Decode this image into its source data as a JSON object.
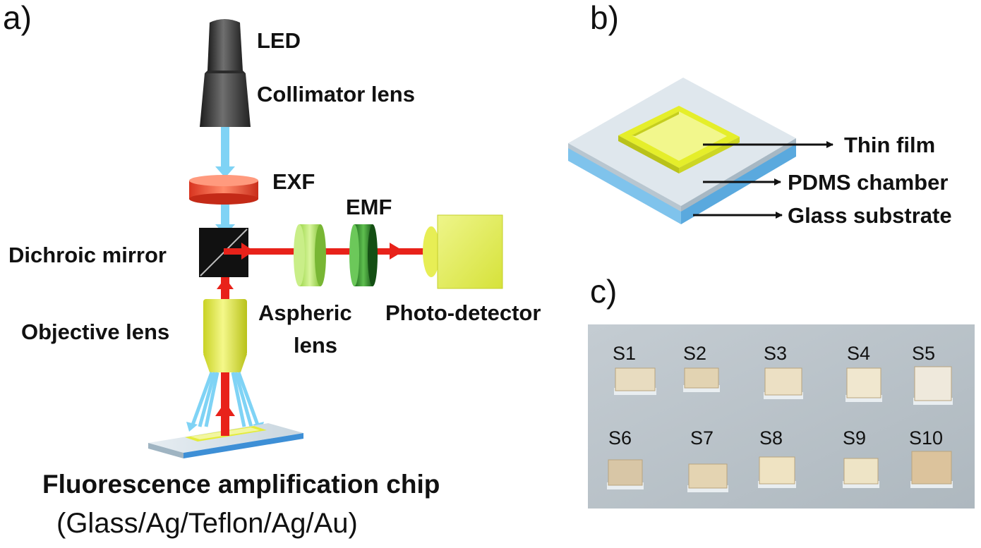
{
  "panels": {
    "a": "a)",
    "b": "b)",
    "c": "c)"
  },
  "panel_a": {
    "led": "LED",
    "collimator": "Collimator lens",
    "exf": "EXF",
    "emf": "EMF",
    "dichroic": "Dichroic mirror",
    "objective": "Objective lens",
    "aspheric_1": "Aspheric",
    "aspheric_2": "lens",
    "photodetector": "Photo-detector",
    "caption_1": "Fluorescence amplification chip",
    "caption_2": "(Glass/Ag/Teflon/Ag/Au)"
  },
  "panel_b": {
    "thin_film": "Thin film",
    "pdms": "PDMS chamber",
    "glass": "Glass substrate"
  },
  "panel_c": {
    "samples": [
      "S1",
      "S2",
      "S3",
      "S4",
      "S5",
      "S6",
      "S7",
      "S8",
      "S9",
      "S10"
    ]
  },
  "colors": {
    "excitation": "#7fd3f5",
    "emission": "#e8221a",
    "lens_yellow": "#e4ec3a",
    "filter_green": "#2e8b2e",
    "filter_red": "#e2533a",
    "photo_bg": "#b9c2c9"
  }
}
